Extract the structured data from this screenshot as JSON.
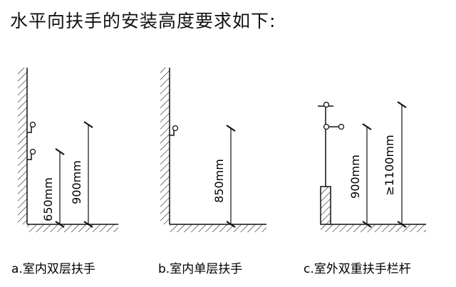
{
  "title": "水平向扶手的安装高度要求如下:",
  "panels": {
    "a": {
      "caption": "a.室内双层扶手",
      "dim_low": "650mm",
      "dim_high": "900mm"
    },
    "b": {
      "caption": "b.室内单层扶手",
      "dim": "850mm"
    },
    "c": {
      "caption": "c.室外双重扶手栏杆",
      "dim_low": "900mm",
      "dim_high": "≥1100mm"
    }
  }
}
